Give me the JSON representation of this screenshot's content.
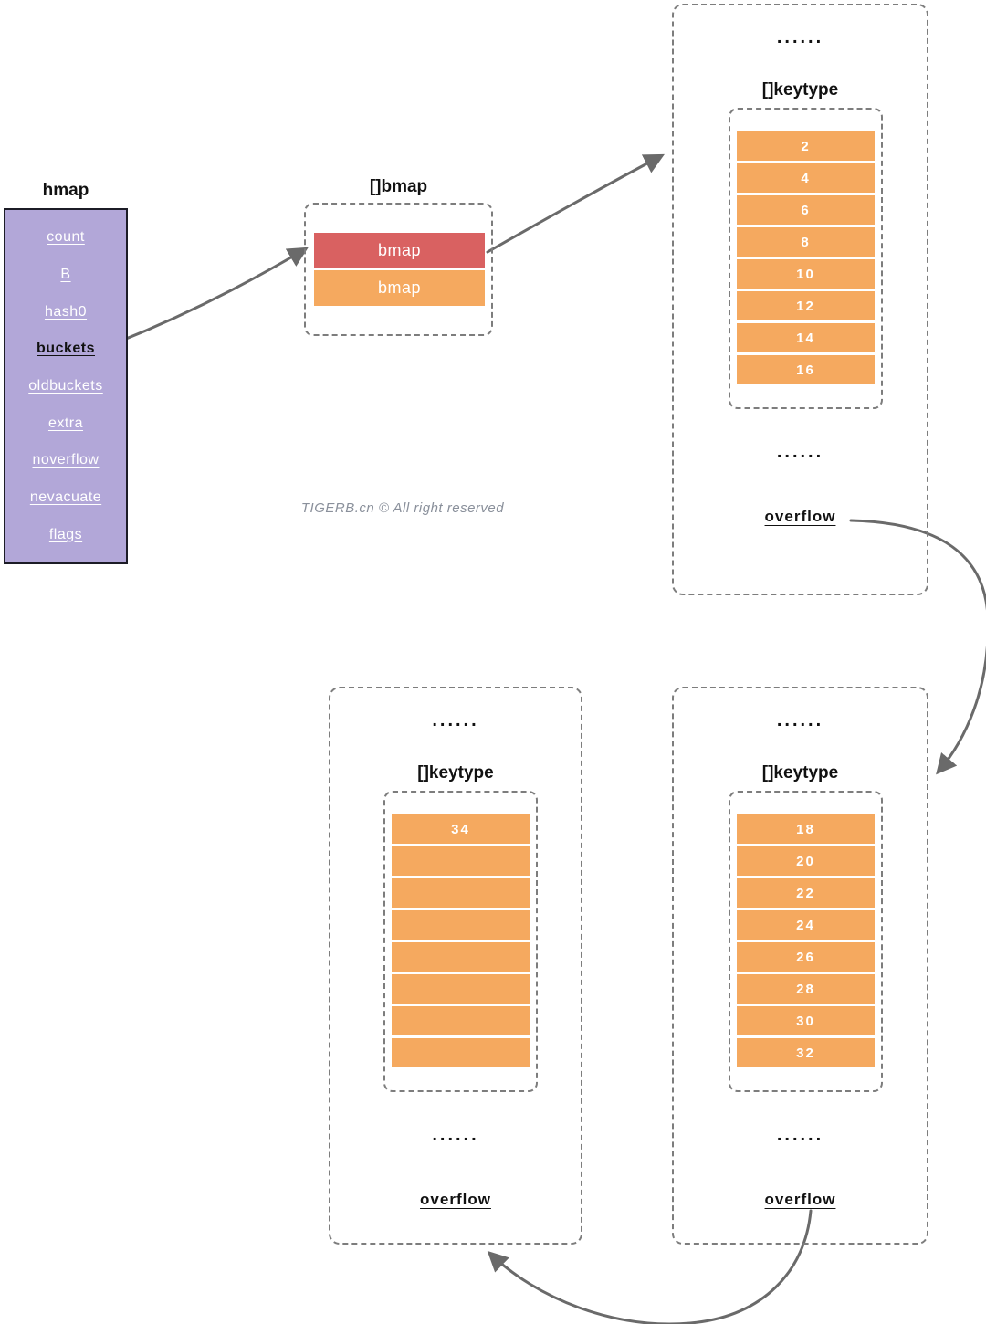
{
  "watermark": "TIGERB.cn © All right reserved",
  "colors": {
    "hmap_fill": "#b2a7d8",
    "hmap_border": "#1c1c26",
    "cell_orange": "#f5a95f",
    "cell_red": "#d96161",
    "arrow": "#6a6a6a",
    "dash_border": "#7d7d7d",
    "field_text": "#ffffff",
    "highlight_text": "#111111",
    "watermark_text": "#8a909b"
  },
  "hmap": {
    "title": "hmap",
    "highlighted_field": "buckets",
    "fields": [
      "count",
      "B",
      "hash0",
      "buckets",
      "oldbuckets",
      "extra",
      "noverflow",
      "nevacuate",
      "flags"
    ]
  },
  "bmap_array": {
    "title": "[]bmap",
    "rows": [
      {
        "label": "bmap",
        "color": "red"
      },
      {
        "label": "bmap",
        "color": "orange"
      }
    ]
  },
  "buckets": [
    {
      "dots_top": "......",
      "keytype_title": "[]keytype",
      "cells": [
        "2",
        "4",
        "6",
        "8",
        "10",
        "12",
        "14",
        "16"
      ],
      "dots_bottom": "......",
      "overflow_label": "overflow"
    },
    {
      "dots_top": "......",
      "keytype_title": "[]keytype",
      "cells": [
        "34",
        "",
        "",
        "",
        "",
        "",
        "",
        ""
      ],
      "dots_bottom": "......",
      "overflow_label": "overflow"
    },
    {
      "dots_top": "......",
      "keytype_title": "[]keytype",
      "cells": [
        "18",
        "20",
        "22",
        "24",
        "26",
        "28",
        "30",
        "32"
      ],
      "dots_bottom": "......",
      "overflow_label": "overflow"
    }
  ]
}
